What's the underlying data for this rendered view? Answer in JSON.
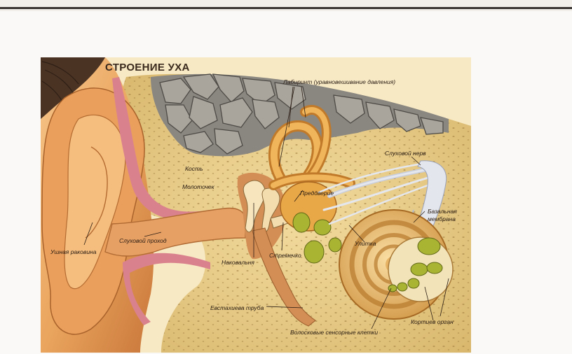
{
  "title": "СТРОЕНИЕ УХА",
  "labels": {
    "labyrinth": "Лабиринт (уравновешивание давления)",
    "auditory_nerve": "Слуховой нерв",
    "bone": "Кость",
    "malleus": "Молоточек",
    "vestibule": "Преддверие",
    "basilar_line1": "Базальная",
    "basilar_line2": "мембрана",
    "auricle": "Ушная раковина",
    "ear_canal": "Слуховой проход",
    "incus": "Наковальня",
    "stapes": "Стремечко",
    "cochlea": "Улитка",
    "eustachian_tube": "Евстахиева труба",
    "corti_organ": "Кортиев орган",
    "hair_cells": "Волосковые сенсорные клетки"
  }
}
